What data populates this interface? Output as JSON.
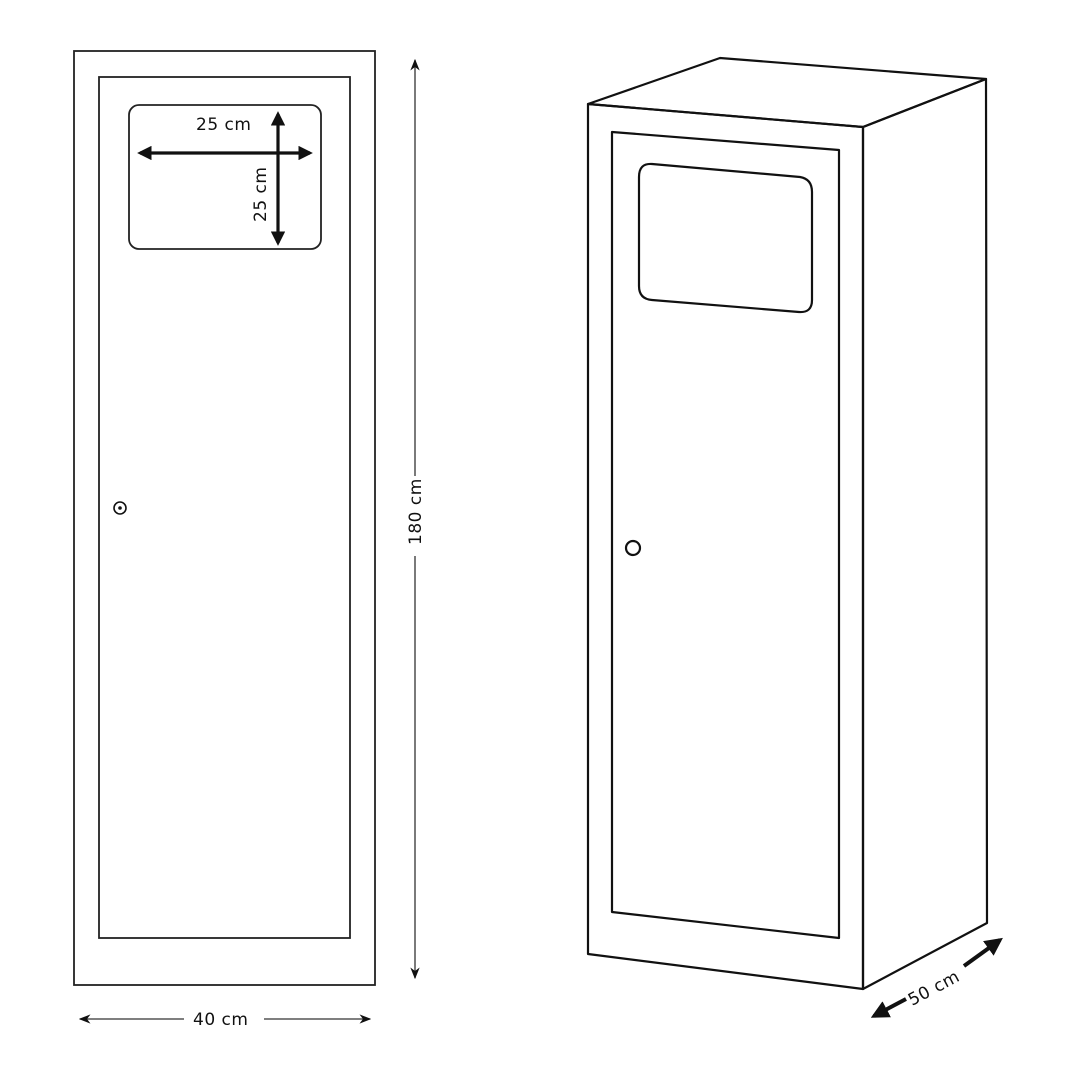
{
  "front_view": {
    "width_label": "40 cm",
    "height_label": "180 cm",
    "window_width_label": "25 cm",
    "window_height_label": "25 cm"
  },
  "perspective_view": {
    "depth_label": "50 cm"
  },
  "colors": {
    "line": "#111111",
    "background": "#ffffff"
  }
}
